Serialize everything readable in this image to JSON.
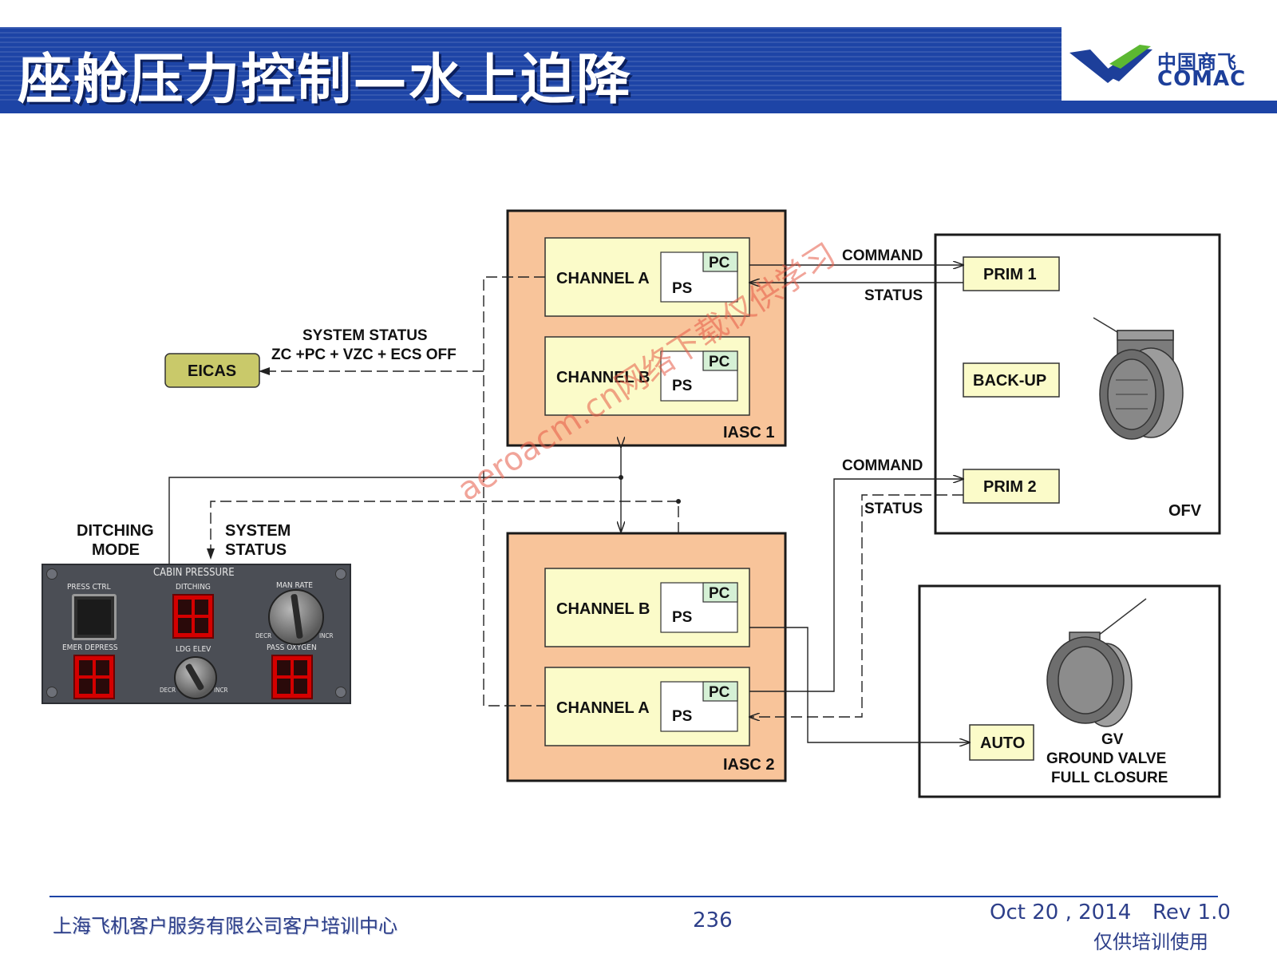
{
  "slide": {
    "title": "座舱压力控制—水上迫降",
    "logo_cn": "中国商飞",
    "logo_en": "COMAC"
  },
  "diagram": {
    "eicas": "EICAS",
    "system_status_top": "SYSTEM STATUS",
    "system_status_formula": "ZC +PC + VZC + ECS OFF",
    "ditching_mode": [
      "DITCHING",
      "MODE"
    ],
    "system_status_left": [
      "SYSTEM",
      "STATUS"
    ],
    "iasc1": {
      "label": "IASC 1",
      "channels": [
        {
          "name": "CHANNEL A",
          "pc": "PC",
          "ps": "PS"
        },
        {
          "name": "CHANNEL B",
          "pc": "PC",
          "ps": "PS"
        }
      ]
    },
    "iasc2": {
      "label": "IASC 2",
      "channels": [
        {
          "name": "CHANNEL B",
          "pc": "PC",
          "ps": "PS"
        },
        {
          "name": "CHANNEL A",
          "pc": "PC",
          "ps": "PS"
        }
      ]
    },
    "ofv": {
      "label": "OFV",
      "prim1": "PRIM 1",
      "backup": "BACK-UP",
      "prim2": "PRIM 2",
      "command1": "COMMAND",
      "status1": "STATUS",
      "command2": "COMMAND",
      "status2": "STATUS"
    },
    "gv": {
      "auto": "AUTO",
      "label": [
        "GV",
        "GROUND VALVE",
        "FULL CLOSURE"
      ]
    },
    "panel": {
      "title": "CABIN PRESSURE",
      "press_ctrl": "PRESS CTRL",
      "ditching": "DITCHING",
      "man_rate": "MAN RATE",
      "emer_depress": "EMER DEPRESS",
      "ldg_elev": "LDG ELEV",
      "pass_oxygen": "PASS OXYGEN",
      "decr": "DECR",
      "incr": "INCR"
    }
  },
  "watermark": "aeroacm.cn网络下载仅供学习",
  "footer": {
    "org": "上海飞机客户服务有限公司客户培训中心",
    "page": "236",
    "date": "Oct 20 , 2014",
    "rev": "Rev 1.0",
    "note": "仅供培训使用"
  },
  "colors": {
    "brand_blue": "#1d44a6",
    "iasc_fill": "#f8c49a",
    "channel_fill": "#fbfbc9",
    "pc_fill": "#d5f0d5",
    "eicas_fill": "#c9c96a"
  }
}
